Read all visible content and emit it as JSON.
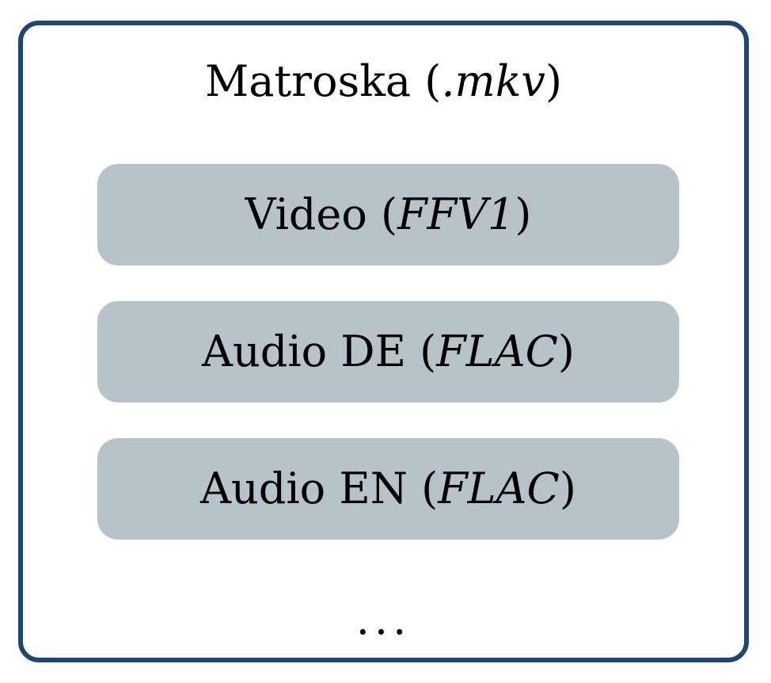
{
  "container": {
    "name": "Matroska",
    "ext": ".mkv",
    "border_color": "#1e4478"
  },
  "streams": [
    {
      "name": "Video",
      "codec": "FFV1"
    },
    {
      "name": "Audio DE",
      "codec": "FLAC"
    },
    {
      "name": "Audio EN",
      "codec": "FLAC"
    }
  ],
  "stream_fill_color": "#b8c2c9",
  "ellipsis": "..."
}
